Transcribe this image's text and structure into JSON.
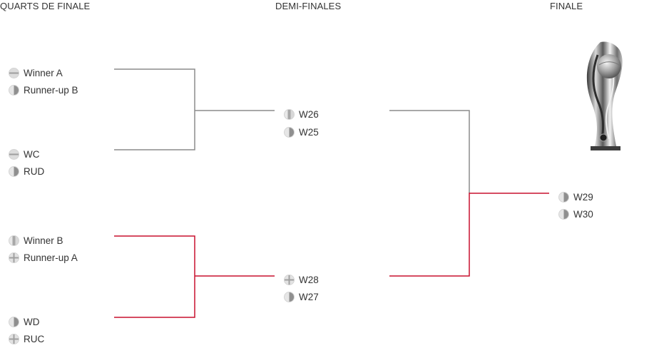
{
  "rounds": {
    "quarterfinals": "QUARTS DE FINALE",
    "semifinals": "DEMI-FINALES",
    "final": "FINALE"
  },
  "quarterfinals": [
    {
      "team1": {
        "name": "Winner A",
        "flag": "stripe-h"
      },
      "team2": {
        "name": "Runner-up B",
        "flag": "stripe-v"
      }
    },
    {
      "team1": {
        "name": "WC",
        "flag": "stripe-h"
      },
      "team2": {
        "name": "RUD",
        "flag": "stripe-v"
      }
    },
    {
      "team1": {
        "name": "Winner B",
        "flag": "stripe-v2"
      },
      "team2": {
        "name": "Runner-up A",
        "flag": "cross"
      }
    },
    {
      "team1": {
        "name": "WD",
        "flag": "stripe-v"
      },
      "team2": {
        "name": "RUC",
        "flag": "cross"
      }
    }
  ],
  "semifinals": [
    {
      "team1": {
        "name": "W26",
        "flag": "stripe-v2"
      },
      "team2": {
        "name": "W25",
        "flag": "stripe-v"
      }
    },
    {
      "team1": {
        "name": "W28",
        "flag": "cross"
      },
      "team2": {
        "name": "W27",
        "flag": "stripe-v"
      }
    }
  ],
  "final": {
    "team1": {
      "name": "W29",
      "flag": "stripe-v"
    },
    "team2": {
      "name": "W30",
      "flag": "stripe-v"
    }
  },
  "colors": {
    "path_default": "#8c8c8c",
    "path_highlight": "#c8102e"
  },
  "icons": {
    "trophy": "trophy-icon",
    "flag": "team-flag-icon"
  }
}
